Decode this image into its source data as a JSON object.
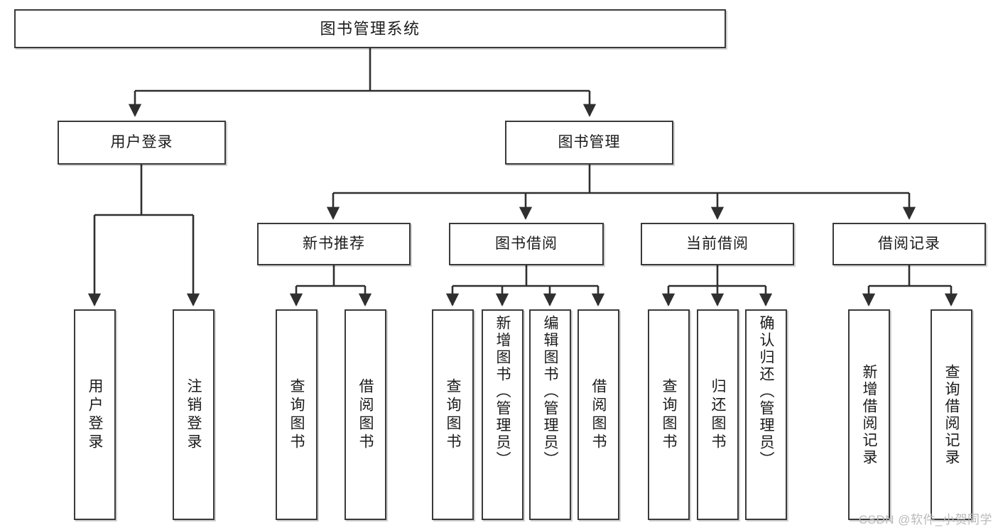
{
  "diagram": {
    "type": "tree-hierarchy",
    "title": "图书管理系统",
    "watermark": "CSDN @软件_小贺同学",
    "colors": {
      "box_border": "#3a3a3a",
      "box_fill": "#ffffff",
      "edge": "#2f2f2f",
      "text": "#1b1b1b",
      "watermark": "#b9b9b9"
    },
    "levels": {
      "root": "图书管理系统",
      "level2": [
        "用户登录",
        "图书管理"
      ],
      "level3": [
        "新书推荐",
        "图书借阅",
        "当前借阅",
        "借阅记录"
      ],
      "leaves": [
        "用户登录",
        "注销登录",
        "查询图书",
        "借阅图书",
        "查询图书",
        "新增图书（管理员）",
        "编辑图书（管理员）",
        "借阅图书",
        "查询图书",
        "归还图书",
        "确认归还（管理员）",
        "新增借阅记录",
        "查询借阅记录"
      ]
    },
    "nodes": {
      "root": {
        "label": "图书管理系统"
      },
      "user_login": {
        "label": "用户登录"
      },
      "book_manage": {
        "label": "图书管理"
      },
      "new_book_rec": {
        "label": "新书推荐"
      },
      "book_borrow": {
        "label": "图书借阅"
      },
      "current_borrow": {
        "label": "当前借阅"
      },
      "borrow_record": {
        "label": "借阅记录"
      },
      "leaf_user_login": {
        "label": "用户登录"
      },
      "leaf_logout": {
        "label": "注销登录"
      },
      "leaf_query_book_1": {
        "label": "查询图书"
      },
      "leaf_borrow_book_1": {
        "label": "借阅图书"
      },
      "leaf_query_book_2": {
        "label": "查询图书"
      },
      "leaf_add_book": {
        "label": "新增图书（管理员）"
      },
      "leaf_edit_book": {
        "label": "编辑图书（管理员）"
      },
      "leaf_borrow_book_2": {
        "label": "借阅图书"
      },
      "leaf_query_book_3": {
        "label": "查询图书"
      },
      "leaf_return_book": {
        "label": "归还图书"
      },
      "leaf_confirm_return": {
        "label": "确认归还（管理员）"
      },
      "leaf_add_record": {
        "label": "新增借阅记录"
      },
      "leaf_query_record": {
        "label": "查询借阅记录"
      }
    },
    "edges": [
      {
        "from": "root",
        "to": "用户登录"
      },
      {
        "from": "root",
        "to": "图书管理"
      },
      {
        "from": "用户登录",
        "to": "用户登录(叶)"
      },
      {
        "from": "用户登录",
        "to": "注销登录"
      },
      {
        "from": "图书管理",
        "to": "新书推荐"
      },
      {
        "from": "图书管理",
        "to": "图书借阅"
      },
      {
        "from": "图书管理",
        "to": "当前借阅"
      },
      {
        "from": "图书管理",
        "to": "借阅记录"
      },
      {
        "from": "新书推荐",
        "to": "查询图书"
      },
      {
        "from": "新书推荐",
        "to": "借阅图书"
      },
      {
        "from": "图书借阅",
        "to": "查询图书"
      },
      {
        "from": "图书借阅",
        "to": "新增图书（管理员）"
      },
      {
        "from": "图书借阅",
        "to": "编辑图书（管理员）"
      },
      {
        "from": "图书借阅",
        "to": "借阅图书"
      },
      {
        "from": "当前借阅",
        "to": "查询图书"
      },
      {
        "from": "当前借阅",
        "to": "归还图书"
      },
      {
        "from": "当前借阅",
        "to": "确认归还（管理员）"
      },
      {
        "from": "借阅记录",
        "to": "新增借阅记录"
      },
      {
        "from": "借阅记录",
        "to": "查询借阅记录"
      }
    ]
  }
}
